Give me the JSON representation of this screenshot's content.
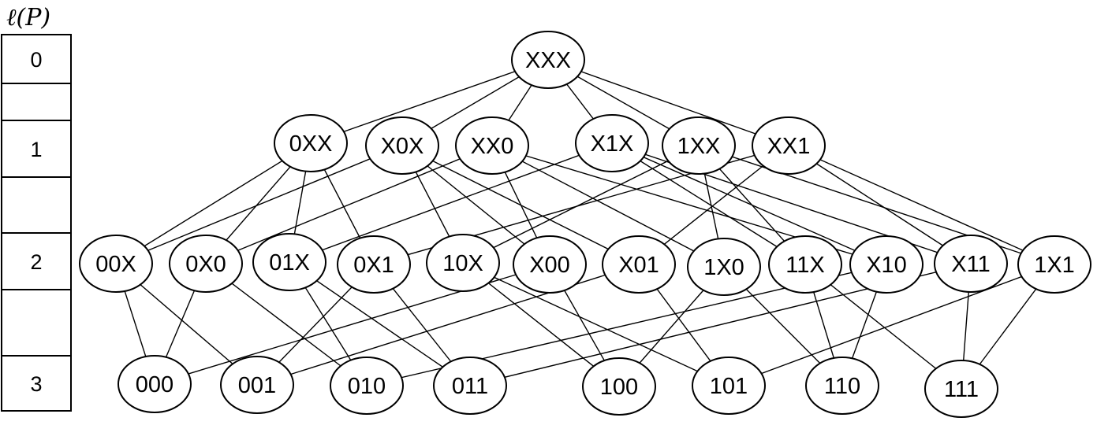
{
  "level_axis": {
    "title": "ℓ(P)",
    "rows": [
      "0",
      "",
      "1",
      "",
      "2",
      "",
      "3"
    ]
  },
  "nodes": [
    {
      "id": "XXX",
      "label": "XXX",
      "level": 0
    },
    {
      "id": "0XX",
      "label": "0XX",
      "level": 1
    },
    {
      "id": "X0X",
      "label": "X0X",
      "level": 1
    },
    {
      "id": "XX0",
      "label": "XX0",
      "level": 1
    },
    {
      "id": "X1X",
      "label": "X1X",
      "level": 1
    },
    {
      "id": "1XX",
      "label": "1XX",
      "level": 1
    },
    {
      "id": "XX1",
      "label": "XX1",
      "level": 1
    },
    {
      "id": "00X",
      "label": "00X",
      "level": 2
    },
    {
      "id": "0X0",
      "label": "0X0",
      "level": 2
    },
    {
      "id": "01X",
      "label": "01X",
      "level": 2
    },
    {
      "id": "0X1",
      "label": "0X1",
      "level": 2
    },
    {
      "id": "10X",
      "label": "10X",
      "level": 2
    },
    {
      "id": "X00",
      "label": "X00",
      "level": 2
    },
    {
      "id": "X01",
      "label": "X01",
      "level": 2
    },
    {
      "id": "1X0",
      "label": "1X0",
      "level": 2
    },
    {
      "id": "11X",
      "label": "11X",
      "level": 2
    },
    {
      "id": "X10",
      "label": "X10",
      "level": 2
    },
    {
      "id": "X11",
      "label": "X11",
      "level": 2
    },
    {
      "id": "1X1",
      "label": "1X1",
      "level": 2
    },
    {
      "id": "000",
      "label": "000",
      "level": 3
    },
    {
      "id": "001",
      "label": "001",
      "level": 3
    },
    {
      "id": "010",
      "label": "010",
      "level": 3
    },
    {
      "id": "011",
      "label": "011",
      "level": 3
    },
    {
      "id": "100",
      "label": "100",
      "level": 3
    },
    {
      "id": "101",
      "label": "101",
      "level": 3
    },
    {
      "id": "110",
      "label": "110",
      "level": 3
    },
    {
      "id": "111",
      "label": "111",
      "level": 3
    }
  ]
}
